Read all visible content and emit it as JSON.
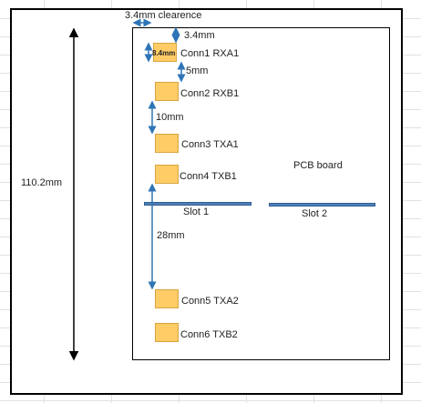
{
  "spreadsheet_background": {
    "gridline_color": "#e1e1e1"
  },
  "pcb": {
    "label": "PCB board"
  },
  "connectors": [
    {
      "label": "Conn1 RXA1"
    },
    {
      "label": "Conn2 RXB1"
    },
    {
      "label": "Conn3 TXA1"
    },
    {
      "label": "Conn4 TXB1"
    },
    {
      "label": "Conn5 TXA2"
    },
    {
      "label": "Conn6 TXB2"
    }
  ],
  "slots": [
    {
      "label": "Slot 1"
    },
    {
      "label": "Slot 2"
    }
  ],
  "dimensions": {
    "clearance": "3.4mm clearence",
    "top_gap": "3.4mm",
    "connector_size": "8.4mm",
    "gap_5": "5mm",
    "gap_10": "10mm",
    "gap_28": "28mm",
    "board_height": "110.2mm"
  },
  "colors": {
    "connector_fill": "#ffcc66",
    "slot_fill": "#4f81bd",
    "dimension_arrow": "#2e75b6"
  }
}
